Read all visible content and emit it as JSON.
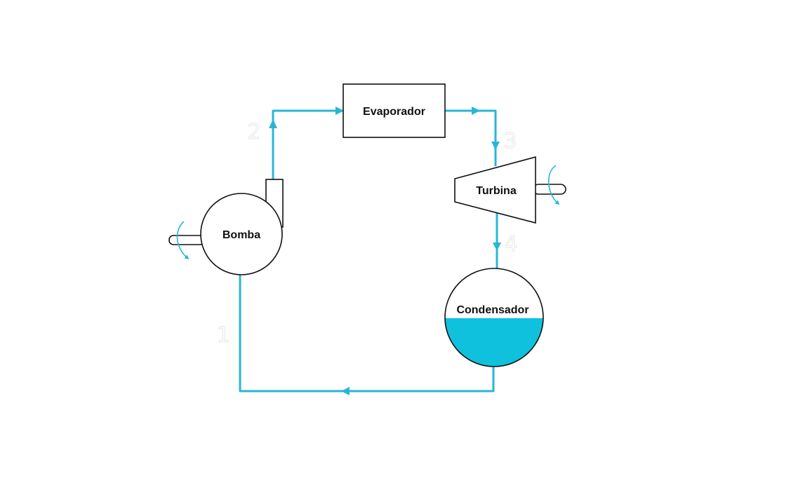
{
  "components": {
    "evaporator": "Evaporador",
    "turbine": "Turbina",
    "pump": "Bomba",
    "condenser": "Condensador"
  },
  "state_points": [
    "1",
    "2",
    "3",
    "4"
  ],
  "colors": {
    "pipe": "#29b6d6",
    "liquid": "#0fc1dd",
    "outline": "#111111",
    "state_number": "#e6e6e6"
  }
}
